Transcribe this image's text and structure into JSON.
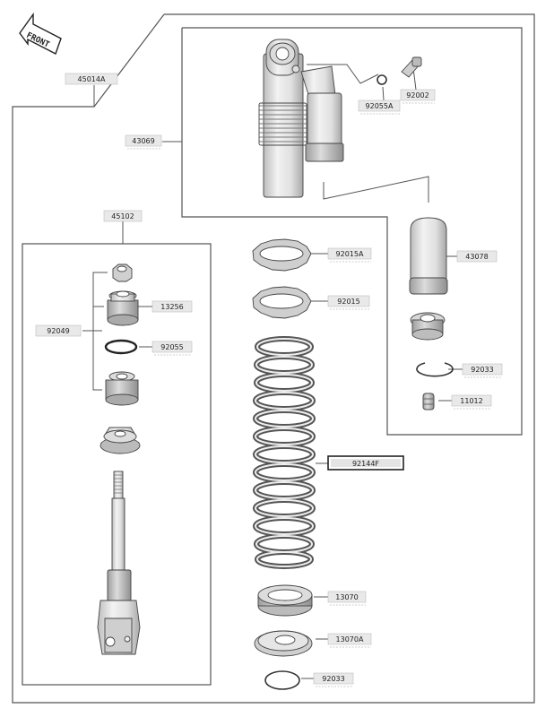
{
  "front_badge": "FRONT",
  "labels": {
    "p45014A": "45014A",
    "p43069": "43069",
    "p92055A": "92055A",
    "p92002": "92002",
    "p45102": "45102",
    "p92015A": "92015A",
    "p43078": "43078",
    "p92049": "92049",
    "p13256": "13256",
    "p92015": "92015",
    "p92055": "92055",
    "p92033_top": "92033",
    "p11012": "11012",
    "p92144F": "92144F",
    "p13070": "13070",
    "p13070A": "13070A",
    "p92033_bottom": "92033"
  },
  "colors": {
    "part_fill": "#e6e6e6",
    "part_shade": "#c4c4c4",
    "line": "#555555",
    "label_bg": "#e9e9e9"
  }
}
